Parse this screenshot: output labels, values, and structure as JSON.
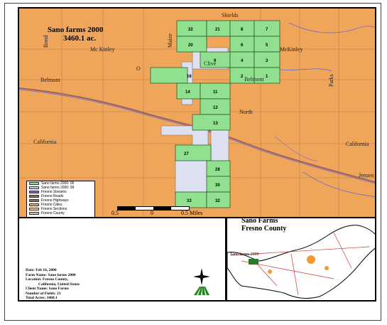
{
  "map": {
    "title_line1": "Sano farms 2000",
    "title_line2": "3460.1 ac.",
    "roads": {
      "shields": "Shields",
      "mckinley_w": "Mc Kinley",
      "mckinley_e": "McKinley",
      "belmont": "Belmont",
      "belmont_e": "Belmont",
      "clive": "Clive",
      "north": "North",
      "california": "California",
      "california_e": "California",
      "jensen": "Jensen",
      "bond": "Bond",
      "maize": "Maize",
      "parks": "Parks",
      "o": "O"
    },
    "fields": [
      "22",
      "21",
      "8",
      "7",
      "20",
      "6",
      "5",
      "9",
      "4",
      "3",
      "16",
      "2",
      "1",
      "14",
      "11",
      "12",
      "13",
      "27",
      "28",
      "30",
      "33",
      "32"
    ],
    "legend": [
      {
        "label": "Sano farms 2000: 00",
        "color": "#90e090"
      },
      {
        "label": "Sano farms 2000: 99",
        "color": "#c8c8e8"
      },
      {
        "label": "Fresno Streams",
        "color": "#6a6ad0"
      },
      {
        "label": "Fresno Roads",
        "color": "#8a6a4a"
      },
      {
        "label": "Fresno Highways",
        "color": "#a06060"
      },
      {
        "label": "Fresno Cities",
        "color": "#f0a65a"
      },
      {
        "label": "Fresno Sections",
        "color": "#f5c890"
      },
      {
        "label": "Fresno County",
        "color": "#d0c0a0"
      }
    ],
    "scale": {
      "left": "0.5",
      "mid": "0",
      "right": "0.5 Miles"
    }
  },
  "inset": {
    "title_line1": "Sano Farms",
    "title_line2": "Fresno County",
    "label": "Sano farms 2000"
  },
  "info": {
    "date": "Date: Feb 16, 2000",
    "farm_name": "Farm Name: Sano farms 2000",
    "location": "Location: Fresno County,",
    "location2": "California, United States",
    "client": "Client Name: Sano Farms",
    "num_fields": "Number of Fields: 23",
    "total_acres": "Total Acres: 3460.1"
  },
  "colors": {
    "field_green": "#90e090",
    "field_dotted": "#dde0f0",
    "background": "#f0a65a"
  }
}
